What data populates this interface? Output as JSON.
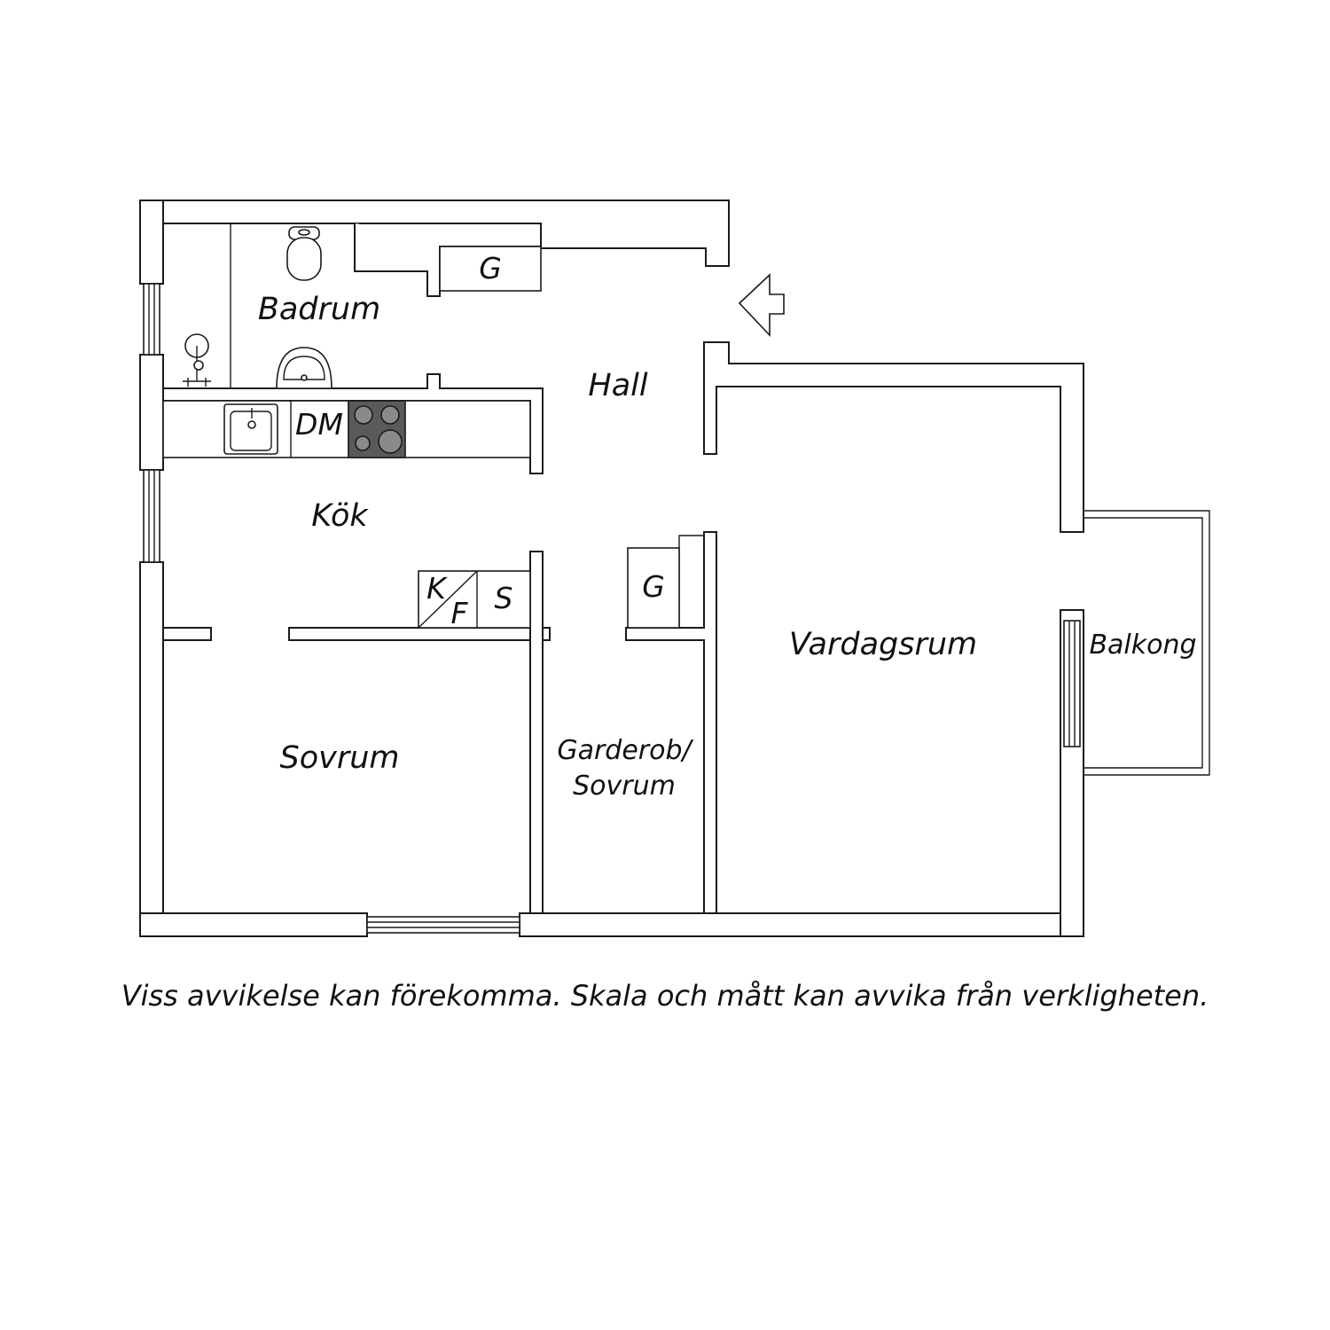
{
  "rooms": {
    "badrum": "Badrum",
    "hall": "Hall",
    "kok": "Kök",
    "sovrum": "Sovrum",
    "garderob_line1": "Garderob/",
    "garderob_line2": "Sovrum",
    "vardagsrum": "Vardagsrum",
    "balkong": "Balkong"
  },
  "fixtures": {
    "garderob_top": "G",
    "garderob_mid": "G",
    "dishwasher": "DM",
    "fridge_k": "K",
    "fridge_f": "F",
    "storage": "S"
  },
  "disclaimer": "Viss avvikelse kan förekomma. Skala och mått kan avvika från verkligheten.",
  "colors": {
    "line": "#1a1a1a",
    "stove": "#5a5a5a",
    "burner": "#8a8a8a",
    "background": "#ffffff"
  },
  "icons": [
    "entrance-arrow-icon",
    "toilet-icon",
    "washbasin-icon",
    "shower-icon",
    "kitchen-sink-icon",
    "stove-icon"
  ]
}
